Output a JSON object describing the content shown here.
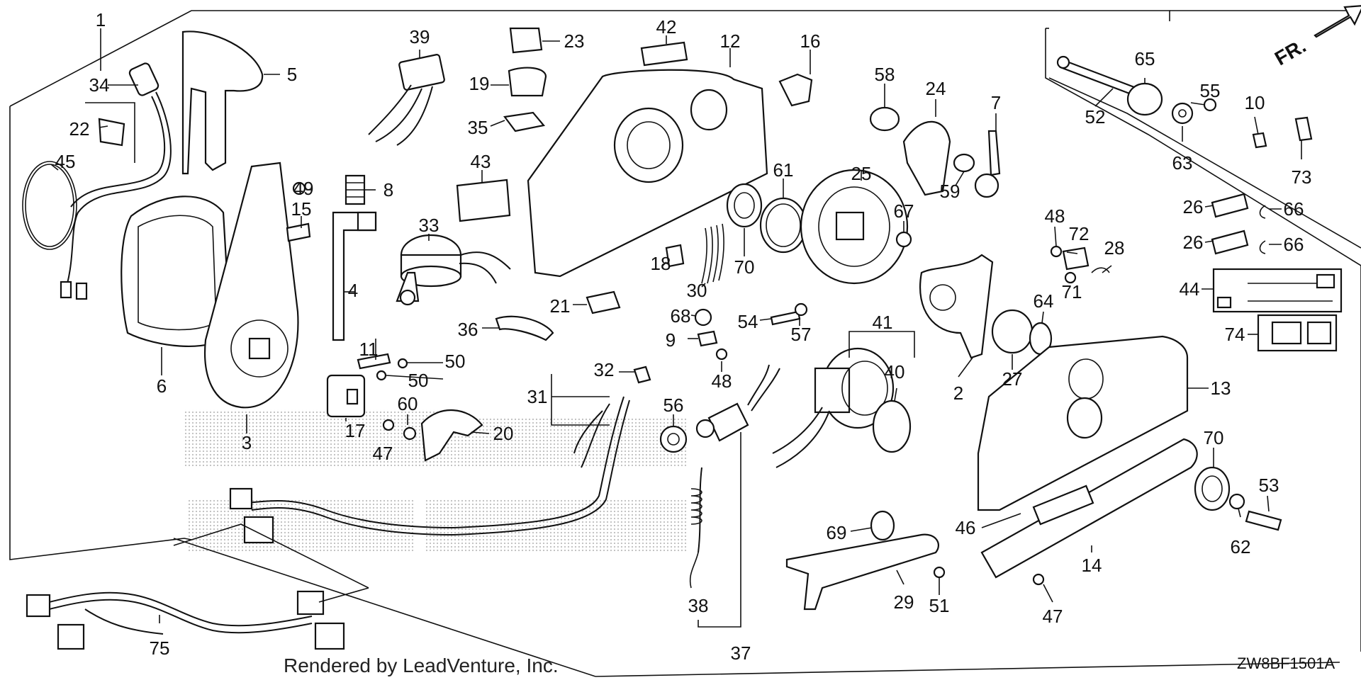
{
  "direction_label": "FR.",
  "credit": "Rendered by LeadVenture, Inc.",
  "diagram_code": "ZW8BF1501A",
  "parts": [
    "1",
    "34",
    "5",
    "22",
    "45",
    "6",
    "3",
    "49",
    "8",
    "15",
    "4",
    "11",
    "17",
    "50",
    "50",
    "47",
    "60",
    "20",
    "39",
    "23",
    "42",
    "12",
    "16",
    "19",
    "35",
    "43",
    "33",
    "36",
    "21",
    "32",
    "31",
    "56",
    "18",
    "30",
    "68",
    "9",
    "48",
    "54",
    "57",
    "70",
    "61",
    "25",
    "58",
    "24",
    "7",
    "59",
    "67",
    "41",
    "40",
    "2",
    "27",
    "64",
    "48",
    "72",
    "28",
    "71",
    "13",
    "52",
    "65",
    "55",
    "10",
    "63",
    "73",
    "26",
    "66",
    "26",
    "66",
    "44",
    "74",
    "70",
    "53",
    "62",
    "69",
    "46",
    "14",
    "29",
    "51",
    "47",
    "38",
    "37",
    "75"
  ]
}
